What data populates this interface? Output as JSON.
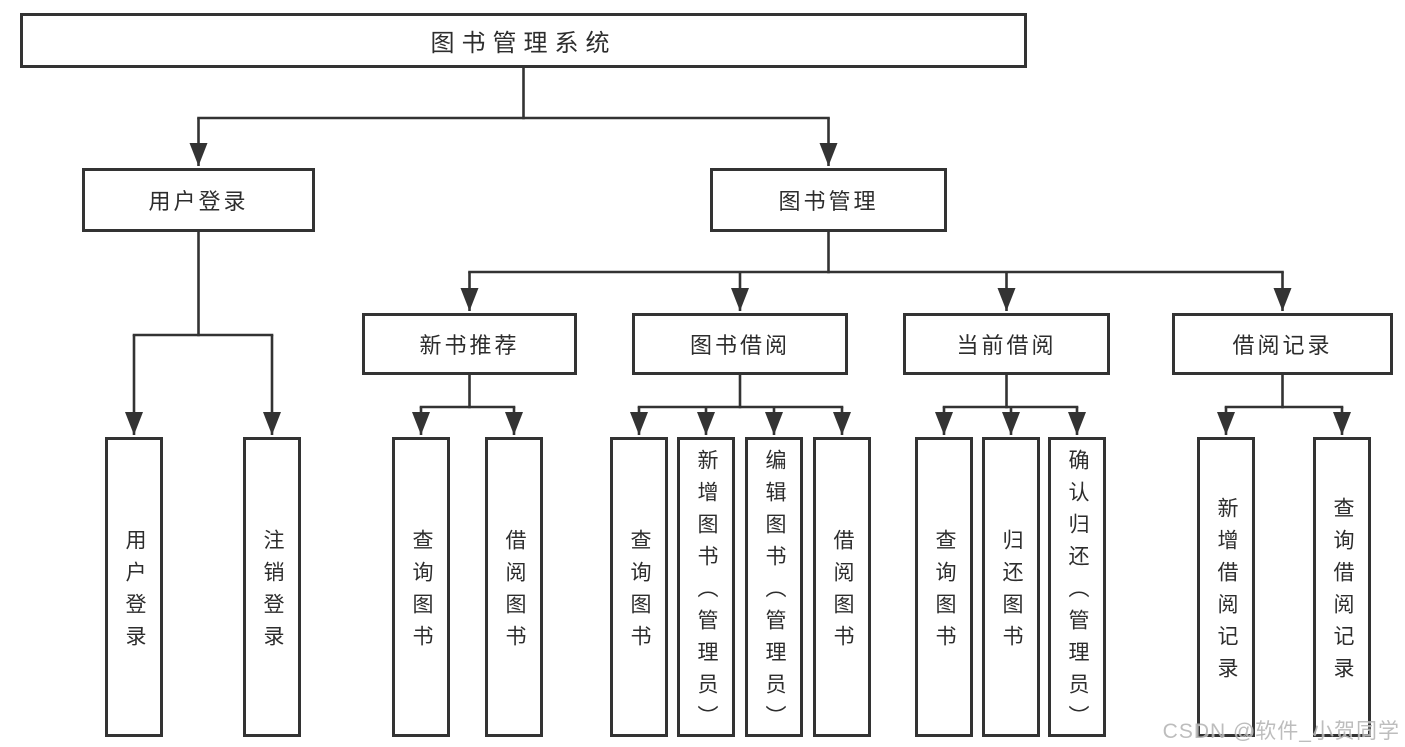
{
  "tree": {
    "label": "图书管理系统",
    "children": [
      {
        "label": "用户登录",
        "children": [
          {
            "label": "用户登录"
          },
          {
            "label": "注销登录"
          }
        ]
      },
      {
        "label": "图书管理",
        "children": [
          {
            "label": "新书推荐",
            "children": [
              {
                "label": "查询图书"
              },
              {
                "label": "借阅图书"
              }
            ]
          },
          {
            "label": "图书借阅",
            "children": [
              {
                "label": "查询图书"
              },
              {
                "label": "新增图书（管理员）"
              },
              {
                "label": "编辑图书（管理员）"
              },
              {
                "label": "借阅图书"
              }
            ]
          },
          {
            "label": "当前借阅",
            "children": [
              {
                "label": "查询图书"
              },
              {
                "label": "归还图书"
              },
              {
                "label": "确认归还（管理员）"
              }
            ]
          },
          {
            "label": "借阅记录",
            "children": [
              {
                "label": "新增借阅记录"
              },
              {
                "label": "查询借阅记录"
              }
            ]
          }
        ]
      }
    ]
  },
  "watermark": "CSDN @软件_小贺同学",
  "colors": {
    "line": "#333333",
    "text": "#2d2d2d",
    "watermark": "#b5b5b5",
    "background": "#ffffff"
  }
}
